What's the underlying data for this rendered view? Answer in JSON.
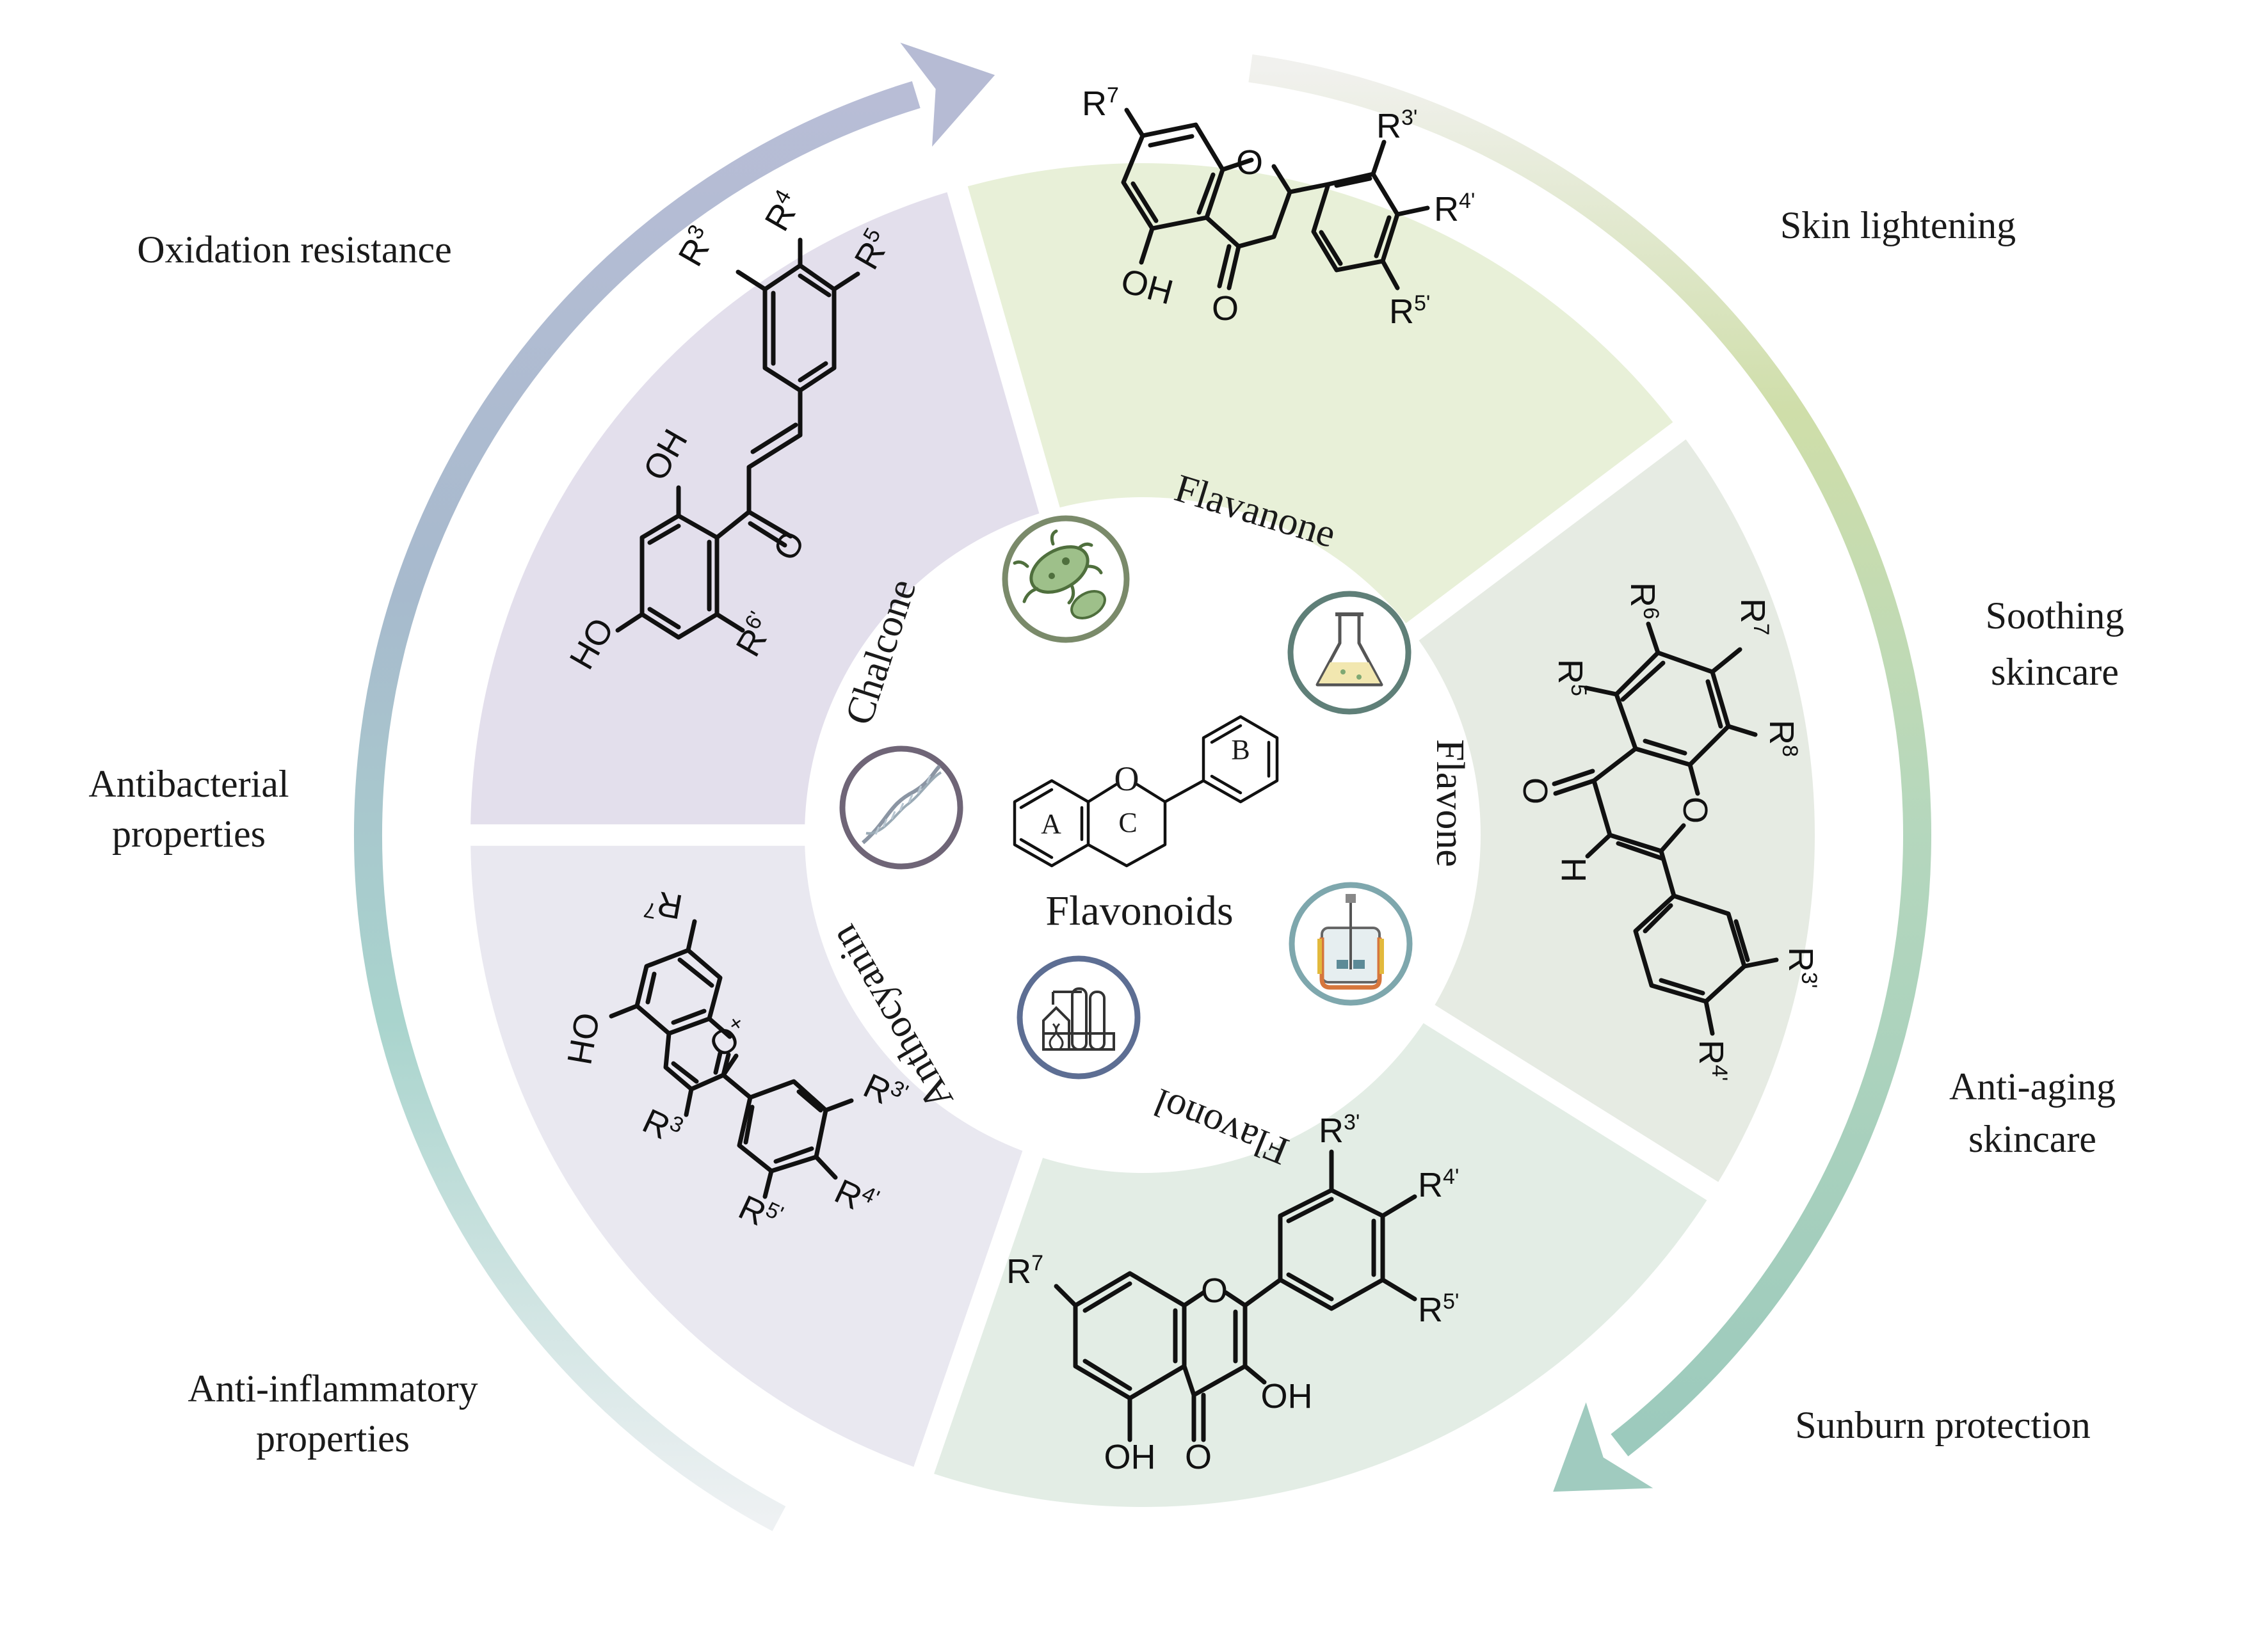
{
  "diagram": {
    "center": {
      "label": "Flavonoids",
      "ring_labels": [
        "A",
        "B",
        "C"
      ],
      "ring_atom": "O"
    },
    "classes": [
      {
        "id": "chalcone",
        "label": "Chalcone",
        "color": "#e3dfec"
      },
      {
        "id": "flavanone",
        "label": "Flavanone",
        "color": "#e8f0d8"
      },
      {
        "id": "flavone",
        "label": "Flavone",
        "color": "#e6ebe3"
      },
      {
        "id": "flavonol",
        "label": "Flavonol",
        "color": "#e3ede5"
      },
      {
        "id": "anthocyanin",
        "label": "Anthocyanin",
        "color": "#e9e8f0"
      }
    ],
    "properties_left": [
      {
        "id": "oxidation",
        "lines": [
          "Oxidation resistance"
        ]
      },
      {
        "id": "antibacterial",
        "lines": [
          "Antibacterial",
          "properties"
        ]
      },
      {
        "id": "anti-inflammatory",
        "lines": [
          "Anti-inflammatory",
          "properties"
        ]
      }
    ],
    "properties_right": [
      {
        "id": "skin-lightening",
        "lines": [
          "Skin lightening"
        ]
      },
      {
        "id": "soothing",
        "lines": [
          "Soothing",
          "skincare"
        ]
      },
      {
        "id": "anti-aging",
        "lines": [
          "Anti-aging",
          "skincare"
        ]
      },
      {
        "id": "sunburn",
        "lines": [
          "Sunburn protection"
        ]
      }
    ],
    "icons": [
      {
        "id": "bacteria",
        "name": "bacteria-icon",
        "ring_color": "#7a8a6a"
      },
      {
        "id": "flask",
        "name": "flask-icon",
        "ring_color": "#5f7f78"
      },
      {
        "id": "dna",
        "name": "dna-icon",
        "ring_color": "#6f6577"
      },
      {
        "id": "bioreactor",
        "name": "bioreactor-icon",
        "ring_color": "#7ea7ad"
      },
      {
        "id": "factory",
        "name": "factory-icon",
        "ring_color": "#5d6e93"
      }
    ],
    "structures": {
      "chalcone": {
        "substituents": [
          "R3",
          "R4",
          "R5",
          "R6'",
          "OH",
          "HO",
          "O"
        ]
      },
      "flavanone": {
        "substituents": [
          "R7",
          "R3'",
          "R4'",
          "R5'",
          "OH",
          "O"
        ]
      },
      "flavone": {
        "substituents": [
          "R5",
          "R6",
          "R7",
          "R8",
          "R3'",
          "R4'",
          "H",
          "O"
        ]
      },
      "flavonol": {
        "substituents": [
          "R7",
          "R3'",
          "R4'",
          "R5'",
          "OH",
          "OH",
          "O"
        ]
      },
      "anthocyanin": {
        "substituents": [
          "R7",
          "R3",
          "R3'",
          "R4'",
          "R5'",
          "OH",
          "O+"
        ]
      }
    },
    "arrows": {
      "left_colors": [
        "#b7bdd4",
        "#a6bccd",
        "#a9d3cc",
        "#e9eef0"
      ],
      "right_colors": [
        "#eef0ec",
        "#c9dba8",
        "#b9d8bd",
        "#9fcbbf"
      ]
    }
  }
}
